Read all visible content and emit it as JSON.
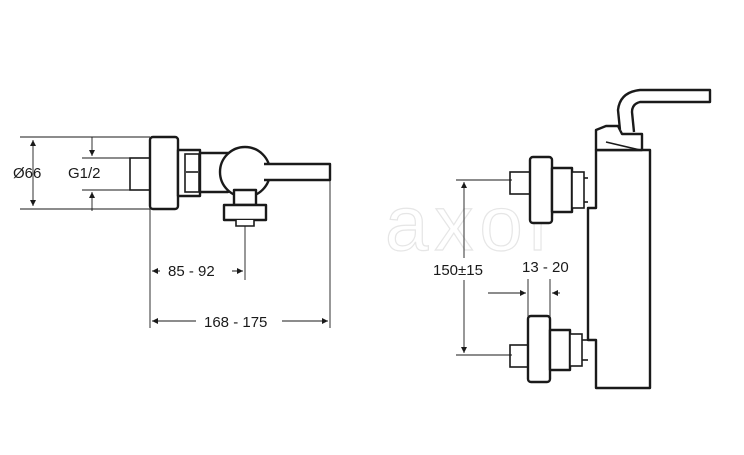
{
  "watermark": "axor",
  "side_view": {
    "dim_diameter": "Ø66",
    "dim_thread": "G1/2",
    "dim_offset": "85 - 92",
    "dim_total_depth": "168 - 175"
  },
  "front_view": {
    "dim_centers": "150±15",
    "dim_projection": "13 - 20"
  }
}
